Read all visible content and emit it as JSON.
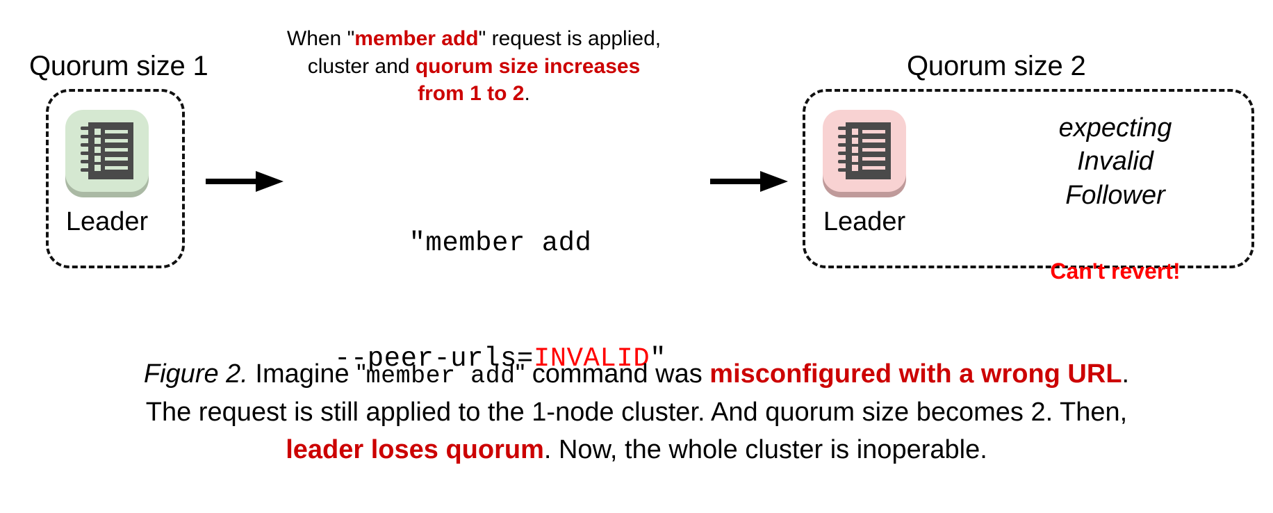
{
  "diagram": {
    "left_cluster": {
      "heading": "Quorum size 1",
      "node_label": "Leader",
      "icon": "ledger-notebook-icon",
      "tile_color": "#d5e8d1",
      "tile_shadow_color": "#aab9a4",
      "icon_color": "#4a4a4a"
    },
    "right_cluster": {
      "heading": "Quorum size 2",
      "node_label": "Leader",
      "icon": "ledger-notebook-icon",
      "tile_color": "#f8d2d2",
      "tile_shadow_color": "#bf9a9a",
      "icon_color": "#4a4a4a",
      "follower_note_line1": "expecting",
      "follower_note_line2": "Invalid",
      "follower_note_line3": "Follower",
      "cant_revert": "Can't revert!"
    },
    "arrows": {
      "arrow_1": "arrow-right-icon",
      "arrow_2": "arrow-right-icon"
    },
    "command": {
      "line1": "\"member add",
      "line2_prefix": "--peer-urls=",
      "line2_invalid": "INVALID",
      "line2_suffix": "\""
    },
    "top_note": {
      "seg1": "When \"",
      "seg2_red": "member add",
      "seg3": "\" request is applied,",
      "seg4": "cluster and ",
      "seg5_red": "quorum size increases",
      "seg6_red": "from 1 to 2",
      "seg7": "."
    }
  },
  "caption": {
    "figure_label": "Figure 2.",
    "seg1": " Imagine \"",
    "seg2_mono": "member add",
    "seg3": "\" command was ",
    "seg4_red": "misconfigured with a wrong URL",
    "seg5": ".",
    "line2": "The request is still applied to the 1-node cluster. And quorum size becomes 2. Then,",
    "seg6_red": "leader loses quorum",
    "seg7": ". Now, the whole cluster is inoperable."
  },
  "colors": {
    "red_dark": "#CC0000",
    "red_pure": "#FF0000",
    "text": "#000000",
    "background": "#FFFFFF"
  }
}
